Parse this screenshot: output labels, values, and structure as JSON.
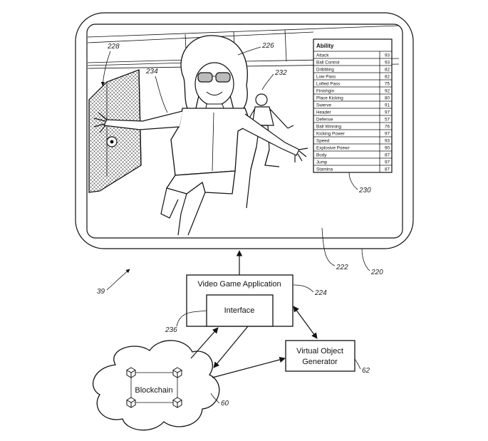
{
  "refs": {
    "r228": "228",
    "r226": "226",
    "r234": "234",
    "r232": "232",
    "r230": "230",
    "r222": "222",
    "r220": "220",
    "r39": "39",
    "r224": "224",
    "r236": "236",
    "r62": "62",
    "r60": "60"
  },
  "boxes": {
    "app": "Video Game Application",
    "interface": "Interface",
    "generator_line1": "Virtual Object",
    "generator_line2": "Generator",
    "blockchain": "Blockchain"
  },
  "ability_table": {
    "header": "Ability",
    "rows": [
      {
        "name": "Attack",
        "value": "93"
      },
      {
        "name": "Ball Control",
        "value": "93"
      },
      {
        "name": "Dribbling",
        "value": "82"
      },
      {
        "name": "Low Pass",
        "value": "82"
      },
      {
        "name": "Lofted Pass",
        "value": "75"
      },
      {
        "name": "Finishgin",
        "value": "92"
      },
      {
        "name": "Place Kicking",
        "value": "80"
      },
      {
        "name": "Swerve",
        "value": "91"
      },
      {
        "name": "Header",
        "value": "97"
      },
      {
        "name": "Defense",
        "value": "57"
      },
      {
        "name": "Ball Winning",
        "value": "76"
      },
      {
        "name": "Kicking Power",
        "value": "97"
      },
      {
        "name": "Speed",
        "value": "93"
      },
      {
        "name": "Explosive Poewr",
        "value": "90"
      },
      {
        "name": "Body",
        "value": "87"
      },
      {
        "name": "Jump",
        "value": "97"
      },
      {
        "name": "Stamina",
        "value": "87"
      }
    ]
  }
}
